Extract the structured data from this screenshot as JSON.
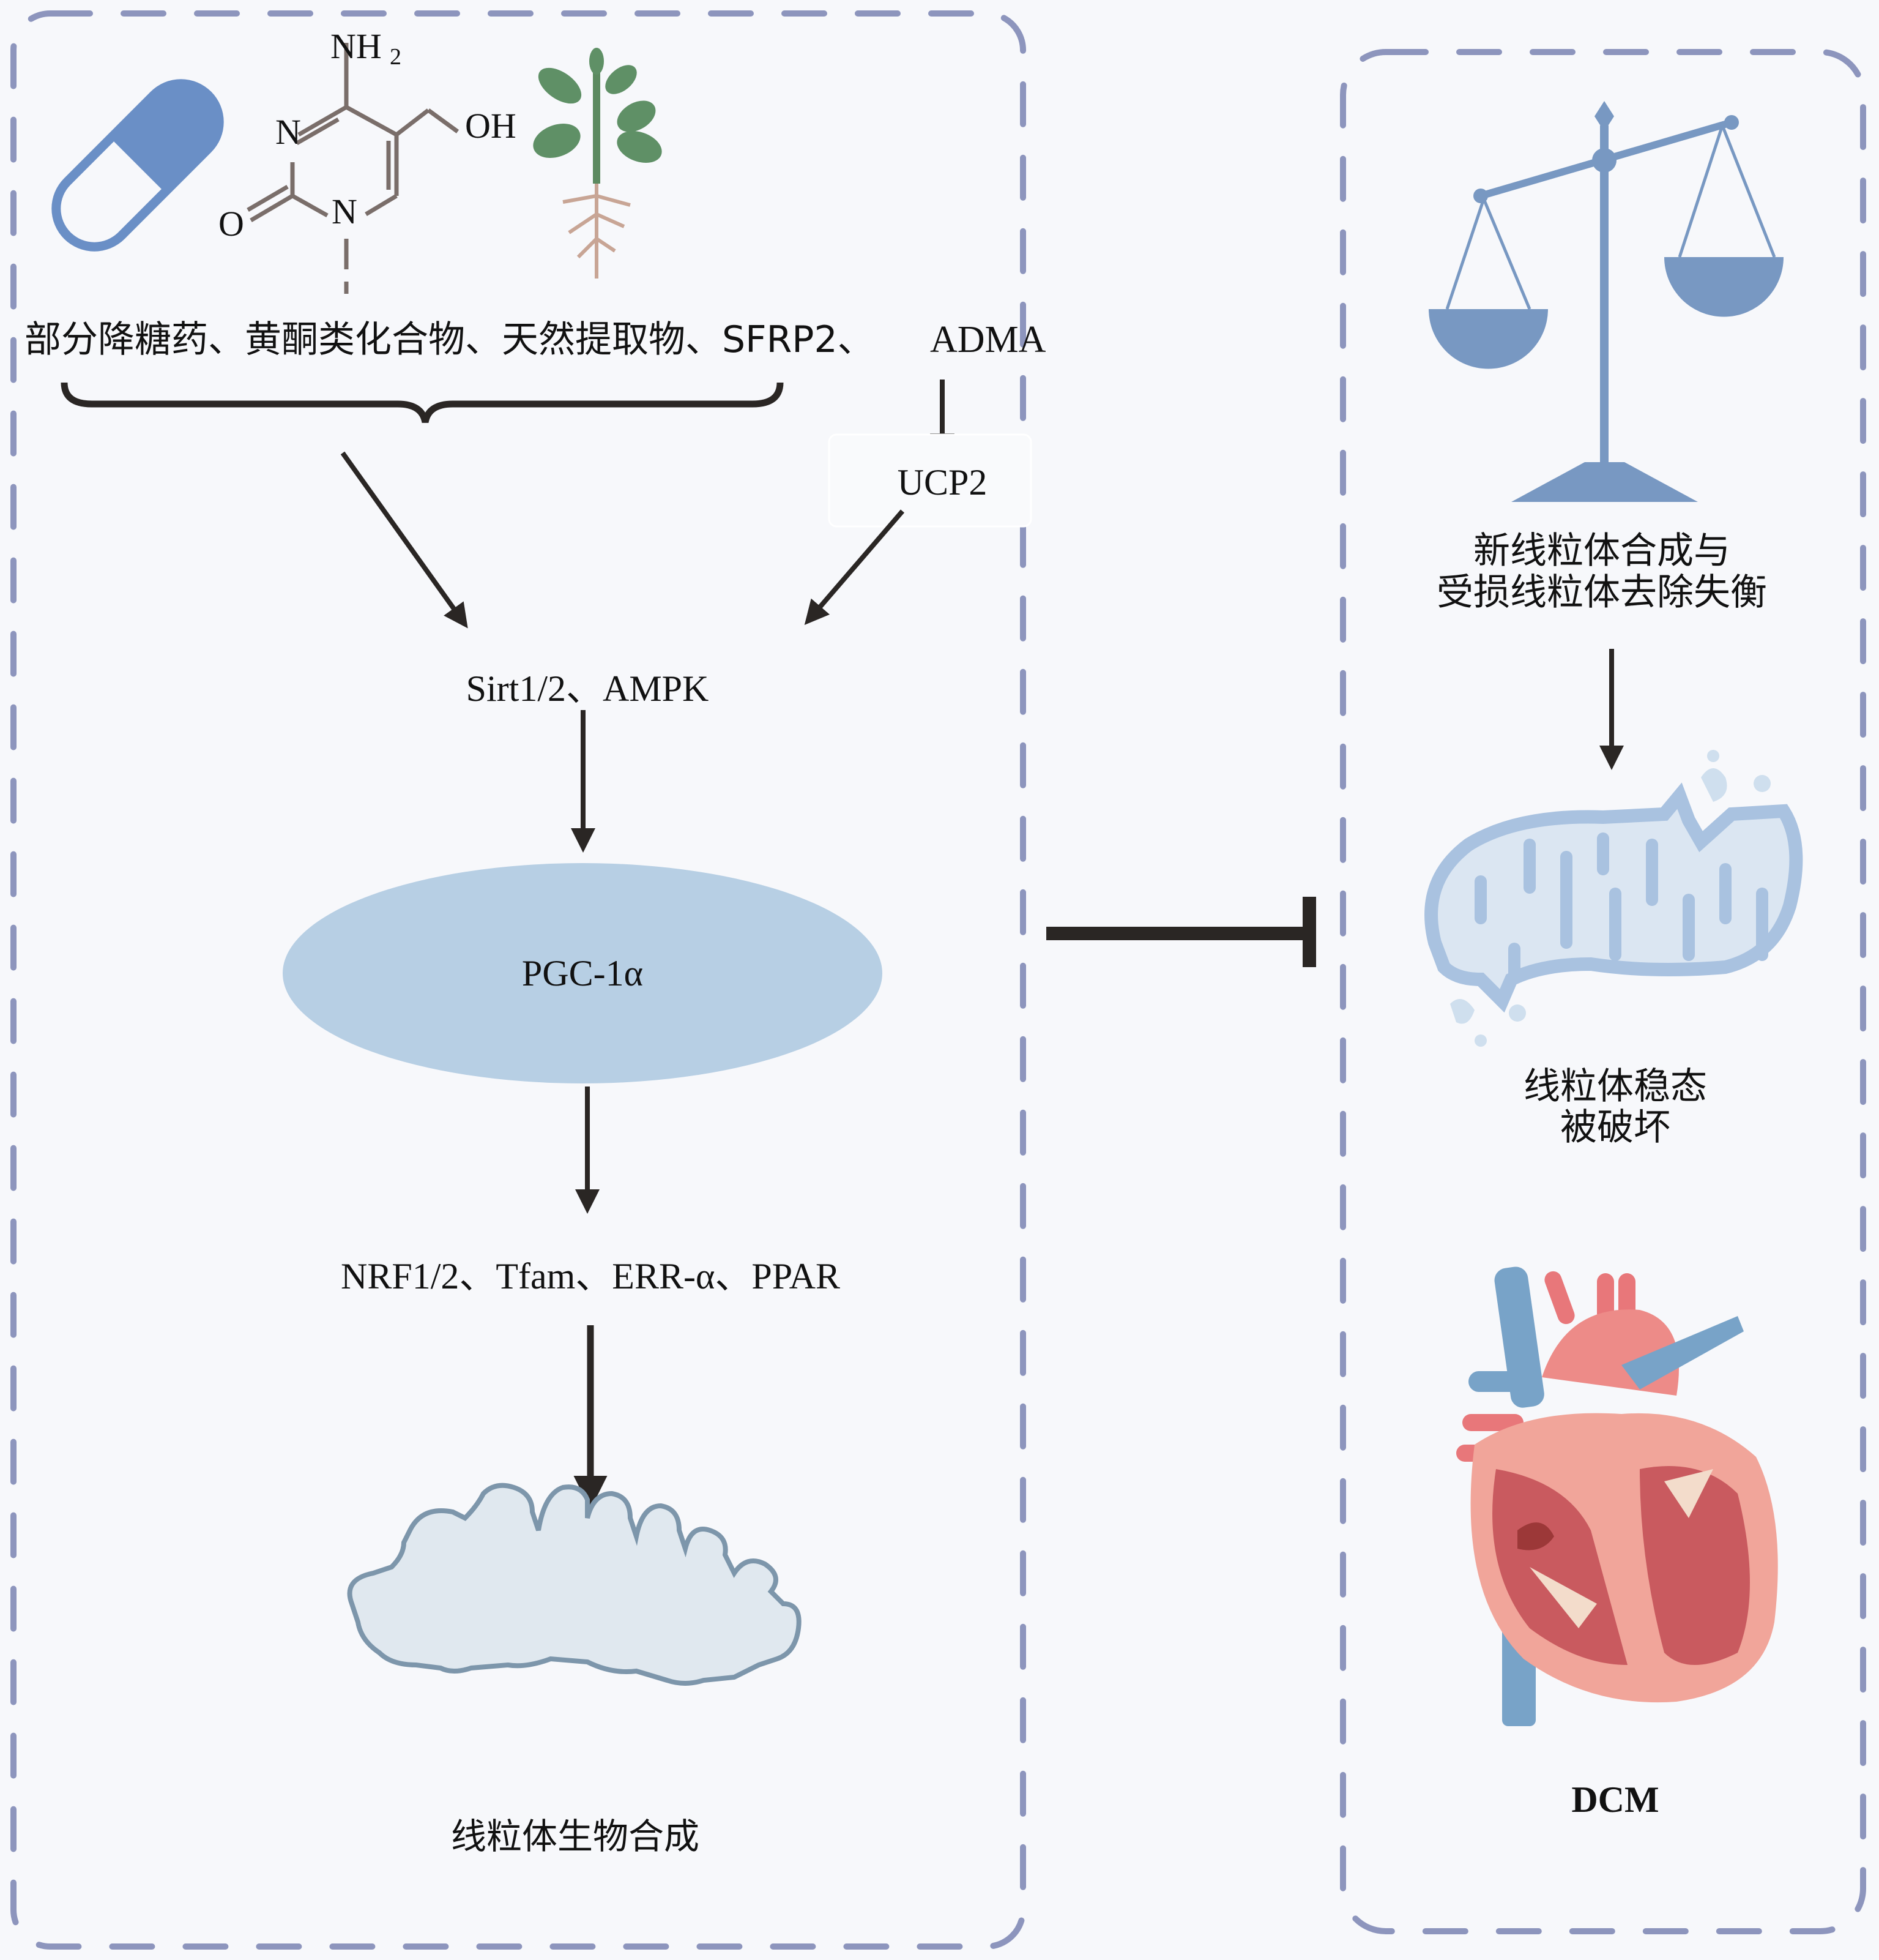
{
  "left_panel": {
    "icons": [
      "pill-capsule-icon",
      "chemical-structure-icon",
      "plant-icon"
    ],
    "molecule": {
      "nh2": "NH",
      "nh2_sub": "2",
      "n1": "N",
      "n2": "N",
      "o": "O",
      "oh": "OH"
    },
    "sources": "部分降糖药、黄酮类化合物、天然提取物、SFRP2、",
    "adma": "ADMA",
    "ucp2": "UCP2",
    "sirt_ampk": "Sirt1/2、AMPK",
    "pgc": "PGC-1α",
    "transcription_factors": "NRF1/2、Tfam、ERR-α、PPAR",
    "outcome": "线粒体生物合成"
  },
  "right_panel": {
    "icons": [
      "balance-scale-icon",
      "damaged-mitochondrion-icon",
      "heart-icon"
    ],
    "imbalance_line1": "新线粒体合成与",
    "imbalance_line2": "受损线粒体去除失衡",
    "homeostasis_line1": "线粒体稳态",
    "homeostasis_line2": "被破坏",
    "disease": "DCM"
  },
  "connectors": {
    "inhibition": "inhibits"
  },
  "colors": {
    "background": "#f7f8fb",
    "dashed_border": "#8d95bd",
    "pgc_ellipse": "#b7cfe4",
    "pill_blue": "#6a8fc6",
    "scale_blue": "#7898c2",
    "arrow": "#2a2624"
  }
}
